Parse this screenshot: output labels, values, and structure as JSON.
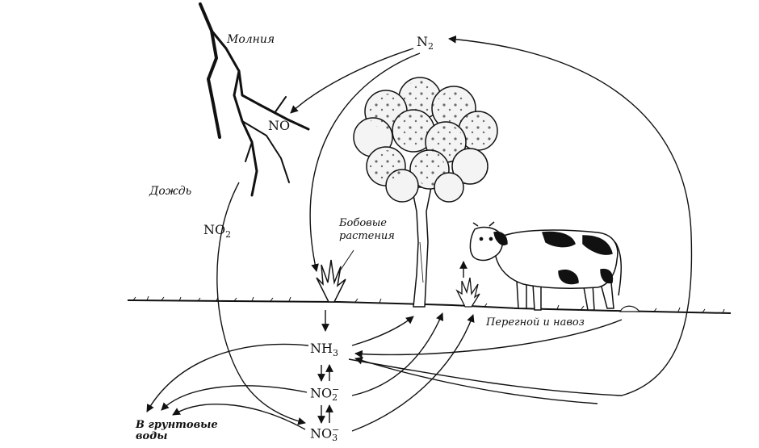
{
  "labels": {
    "lightning": "Молния",
    "rain": "Дождь",
    "legumes_line1": "Бобовые",
    "legumes_line2": "растения",
    "humus": "Перегной и навоз",
    "groundwater_line1": "В грунтовые",
    "groundwater_line2": "воды"
  },
  "chem": {
    "n2": {
      "base": "N",
      "sub": "2"
    },
    "no": {
      "base": "NO"
    },
    "no2": {
      "base": "NO",
      "sub": "2"
    },
    "nh3": {
      "base": "NH",
      "sub": "3"
    },
    "no2m": {
      "base": "NO",
      "sup": "−",
      "sub": "2"
    },
    "no3m": {
      "base": "NO",
      "sup": "−",
      "sub": "3"
    }
  },
  "colors": {
    "ink": "#111111",
    "background": "#ffffff"
  }
}
